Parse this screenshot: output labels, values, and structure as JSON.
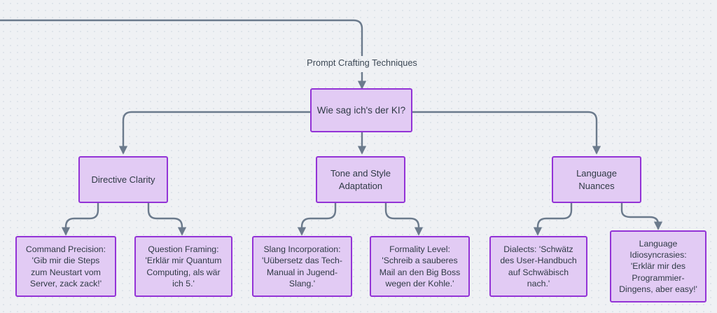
{
  "diagram": {
    "title_label": "Prompt Crafting Techniques",
    "root": {
      "label": "Wie sag ich's der KI?"
    },
    "branches": [
      {
        "label": "Directive Clarity"
      },
      {
        "label": "Tone and Style\nAdaptation"
      },
      {
        "label": "Language Nuances"
      }
    ],
    "leaves": [
      {
        "label": "Command Precision:\n'Gib mir die Steps\nzum Neustart vom\nServer, zack zack!'"
      },
      {
        "label": "Question Framing:\n'Erklär mir Quantum\nComputing, als wär\nich 5.'"
      },
      {
        "label": "Slang Incorporation:\n'Uübersetz das Tech-\nManual in Jugend-\nSlang.'"
      },
      {
        "label": "Formality Level:\n'Schreib a sauberes\nMail an den Big Boss\nwegen der Kohle.'"
      },
      {
        "label": "Dialects: 'Schwätz\ndes User-Handbuch\nauf Schwäbisch\nnach.'"
      },
      {
        "label": "Language\nIdiosyncrasies:\n'Erklär mir des\nProgrammier-\nDingens, aber easy!'"
      }
    ],
    "colors": {
      "node_fill": "#e2cbf4",
      "node_border": "#9333d6",
      "edge": "#6b7a8c",
      "canvas": "#eff1f4",
      "grid_dot": "#dfe4ea",
      "text": "#2f3a45"
    }
  }
}
